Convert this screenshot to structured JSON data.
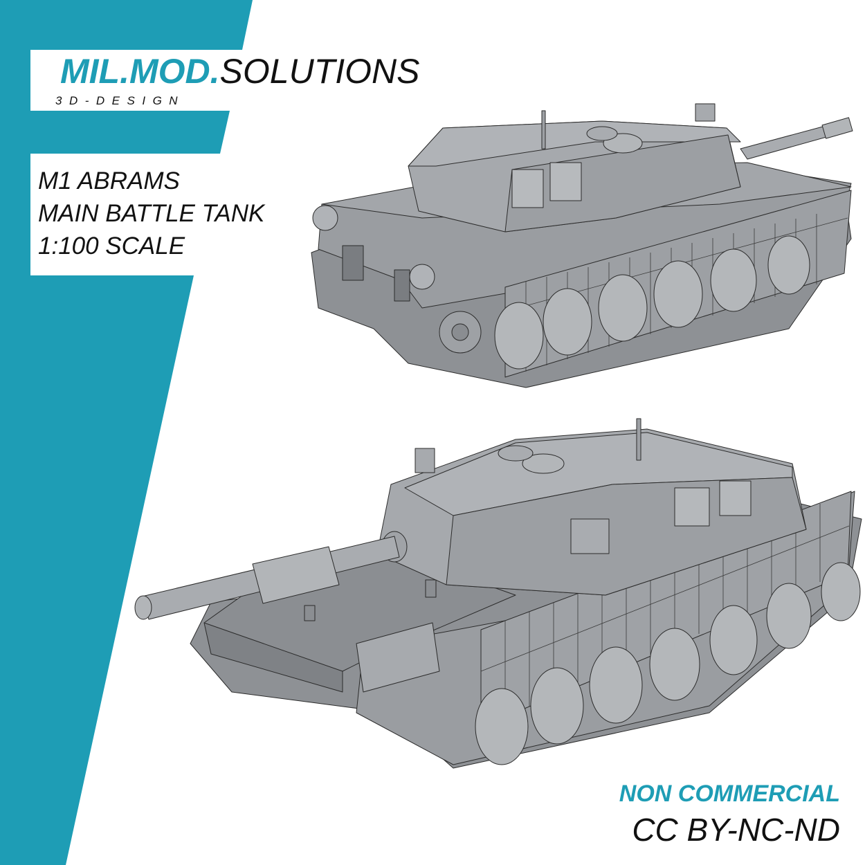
{
  "brand": {
    "name_accent": "MIL.MOD.",
    "name_rest": "SOLUTIONS",
    "tagline": "3D-DESIGN",
    "accent_color": "#1E9DB5"
  },
  "product": {
    "line1": "M1 ABRAMS",
    "line2": "MAIN BATTLE TANK",
    "line3": "1:100 SCALE"
  },
  "license": {
    "type": "NON COMMERCIAL",
    "code": "CC BY-NC-ND"
  },
  "images": {
    "top": "M1 Abrams 3D model, rear-left three-quarter view",
    "bottom": "M1 Abrams 3D model, front-left three-quarter view"
  }
}
